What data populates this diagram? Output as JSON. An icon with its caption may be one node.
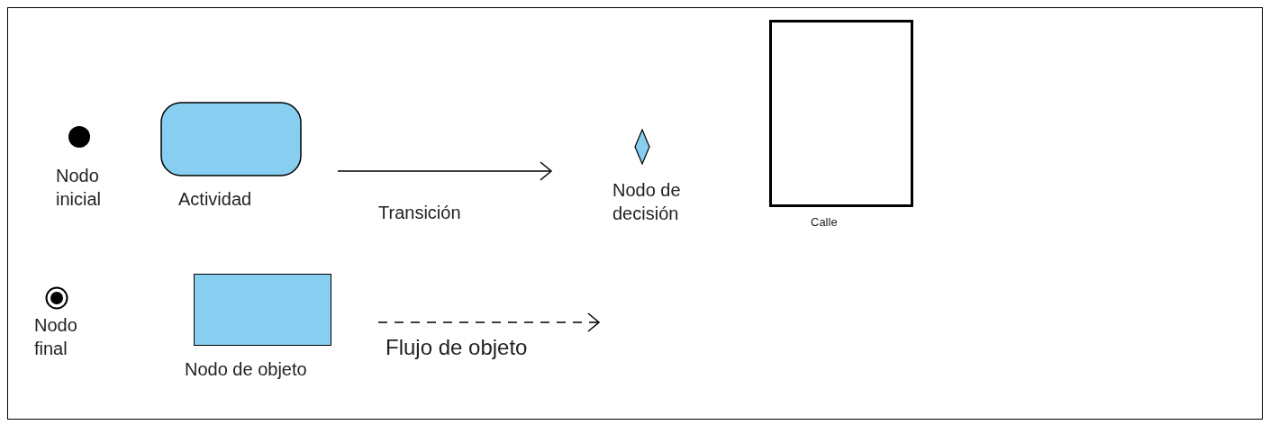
{
  "diagram": {
    "nodes": [
      {
        "text": [
          "Nodo inicial"
        ]
      },
      {
        "text": [
          "Actividad"
        ]
      },
      {
        "text": [
          "Nodo de decisión"
        ]
      },
      {
        "text": [
          "Calle"
        ]
      },
      {
        "text": [
          "Nodo final"
        ]
      },
      {
        "text": [
          "Nodo de objeto"
        ]
      }
    ],
    "labels": [
      "Transición",
      "Flujo de objeto"
    ]
  }
}
